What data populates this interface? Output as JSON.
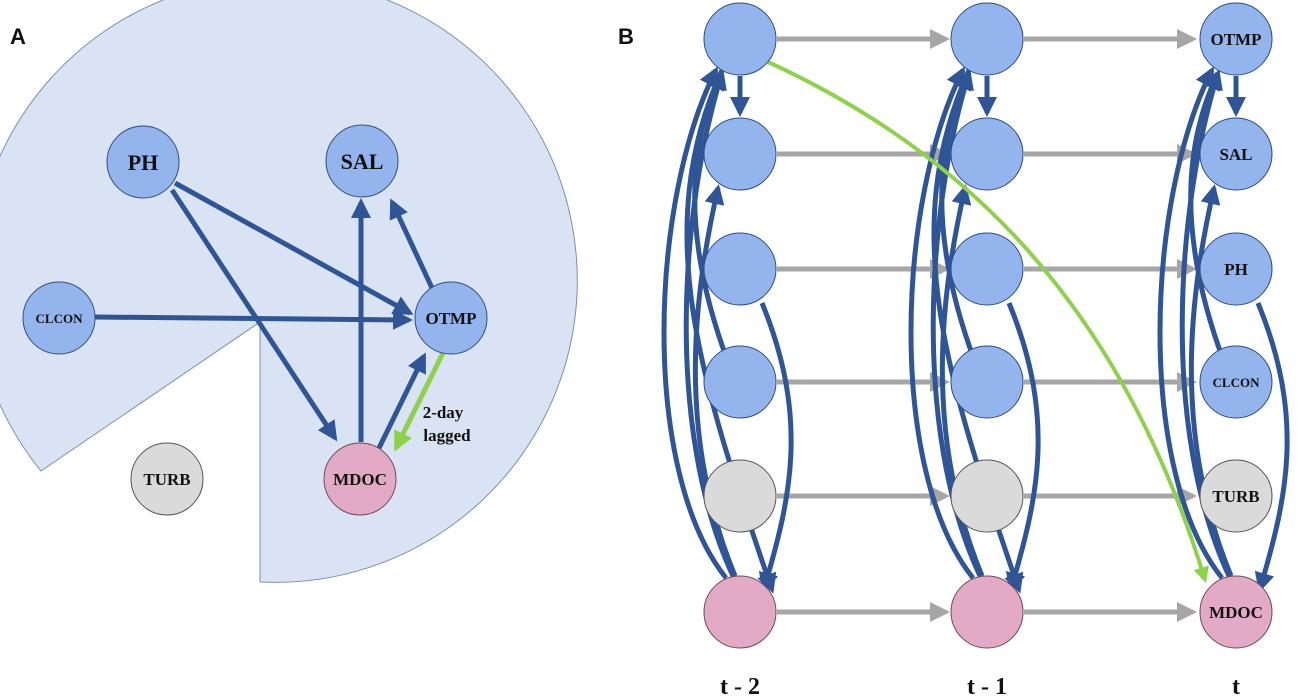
{
  "colors": {
    "blue_node": "#93b4ec",
    "pink_node": "#e3aac5",
    "gray_node": "#dadada",
    "edge_blue": "#2f5597",
    "edge_green": "#8fd14f",
    "edge_gray": "#a6a6a6",
    "region_fill": "#dae3f3"
  },
  "panel_a": {
    "label": "A",
    "nodes": {
      "ph": "PH",
      "sal": "SAL",
      "clcon": "CLCON",
      "otmp": "OTMP",
      "mdoc": "MDOC",
      "turb": "TURB"
    },
    "lag_annotation": [
      "2-day",
      "lagged"
    ],
    "edges": [
      {
        "from": "PH",
        "to": "OTMP",
        "kind": "causal"
      },
      {
        "from": "PH",
        "to": "MDOC",
        "kind": "causal"
      },
      {
        "from": "CLCON",
        "to": "OTMP",
        "kind": "causal"
      },
      {
        "from": "OTMP",
        "to": "SAL",
        "kind": "causal"
      },
      {
        "from": "MDOC",
        "to": "SAL",
        "kind": "causal"
      },
      {
        "from": "MDOC",
        "to": "OTMP",
        "kind": "causal"
      },
      {
        "from": "OTMP",
        "to": "MDOC",
        "kind": "lagged"
      }
    ]
  },
  "panel_b": {
    "label": "B",
    "time_labels": [
      "t - 2",
      "t - 1",
      "t"
    ],
    "variables": [
      "OTMP",
      "SAL",
      "PH",
      "CLCON",
      "TURB",
      "MDOC"
    ]
  }
}
